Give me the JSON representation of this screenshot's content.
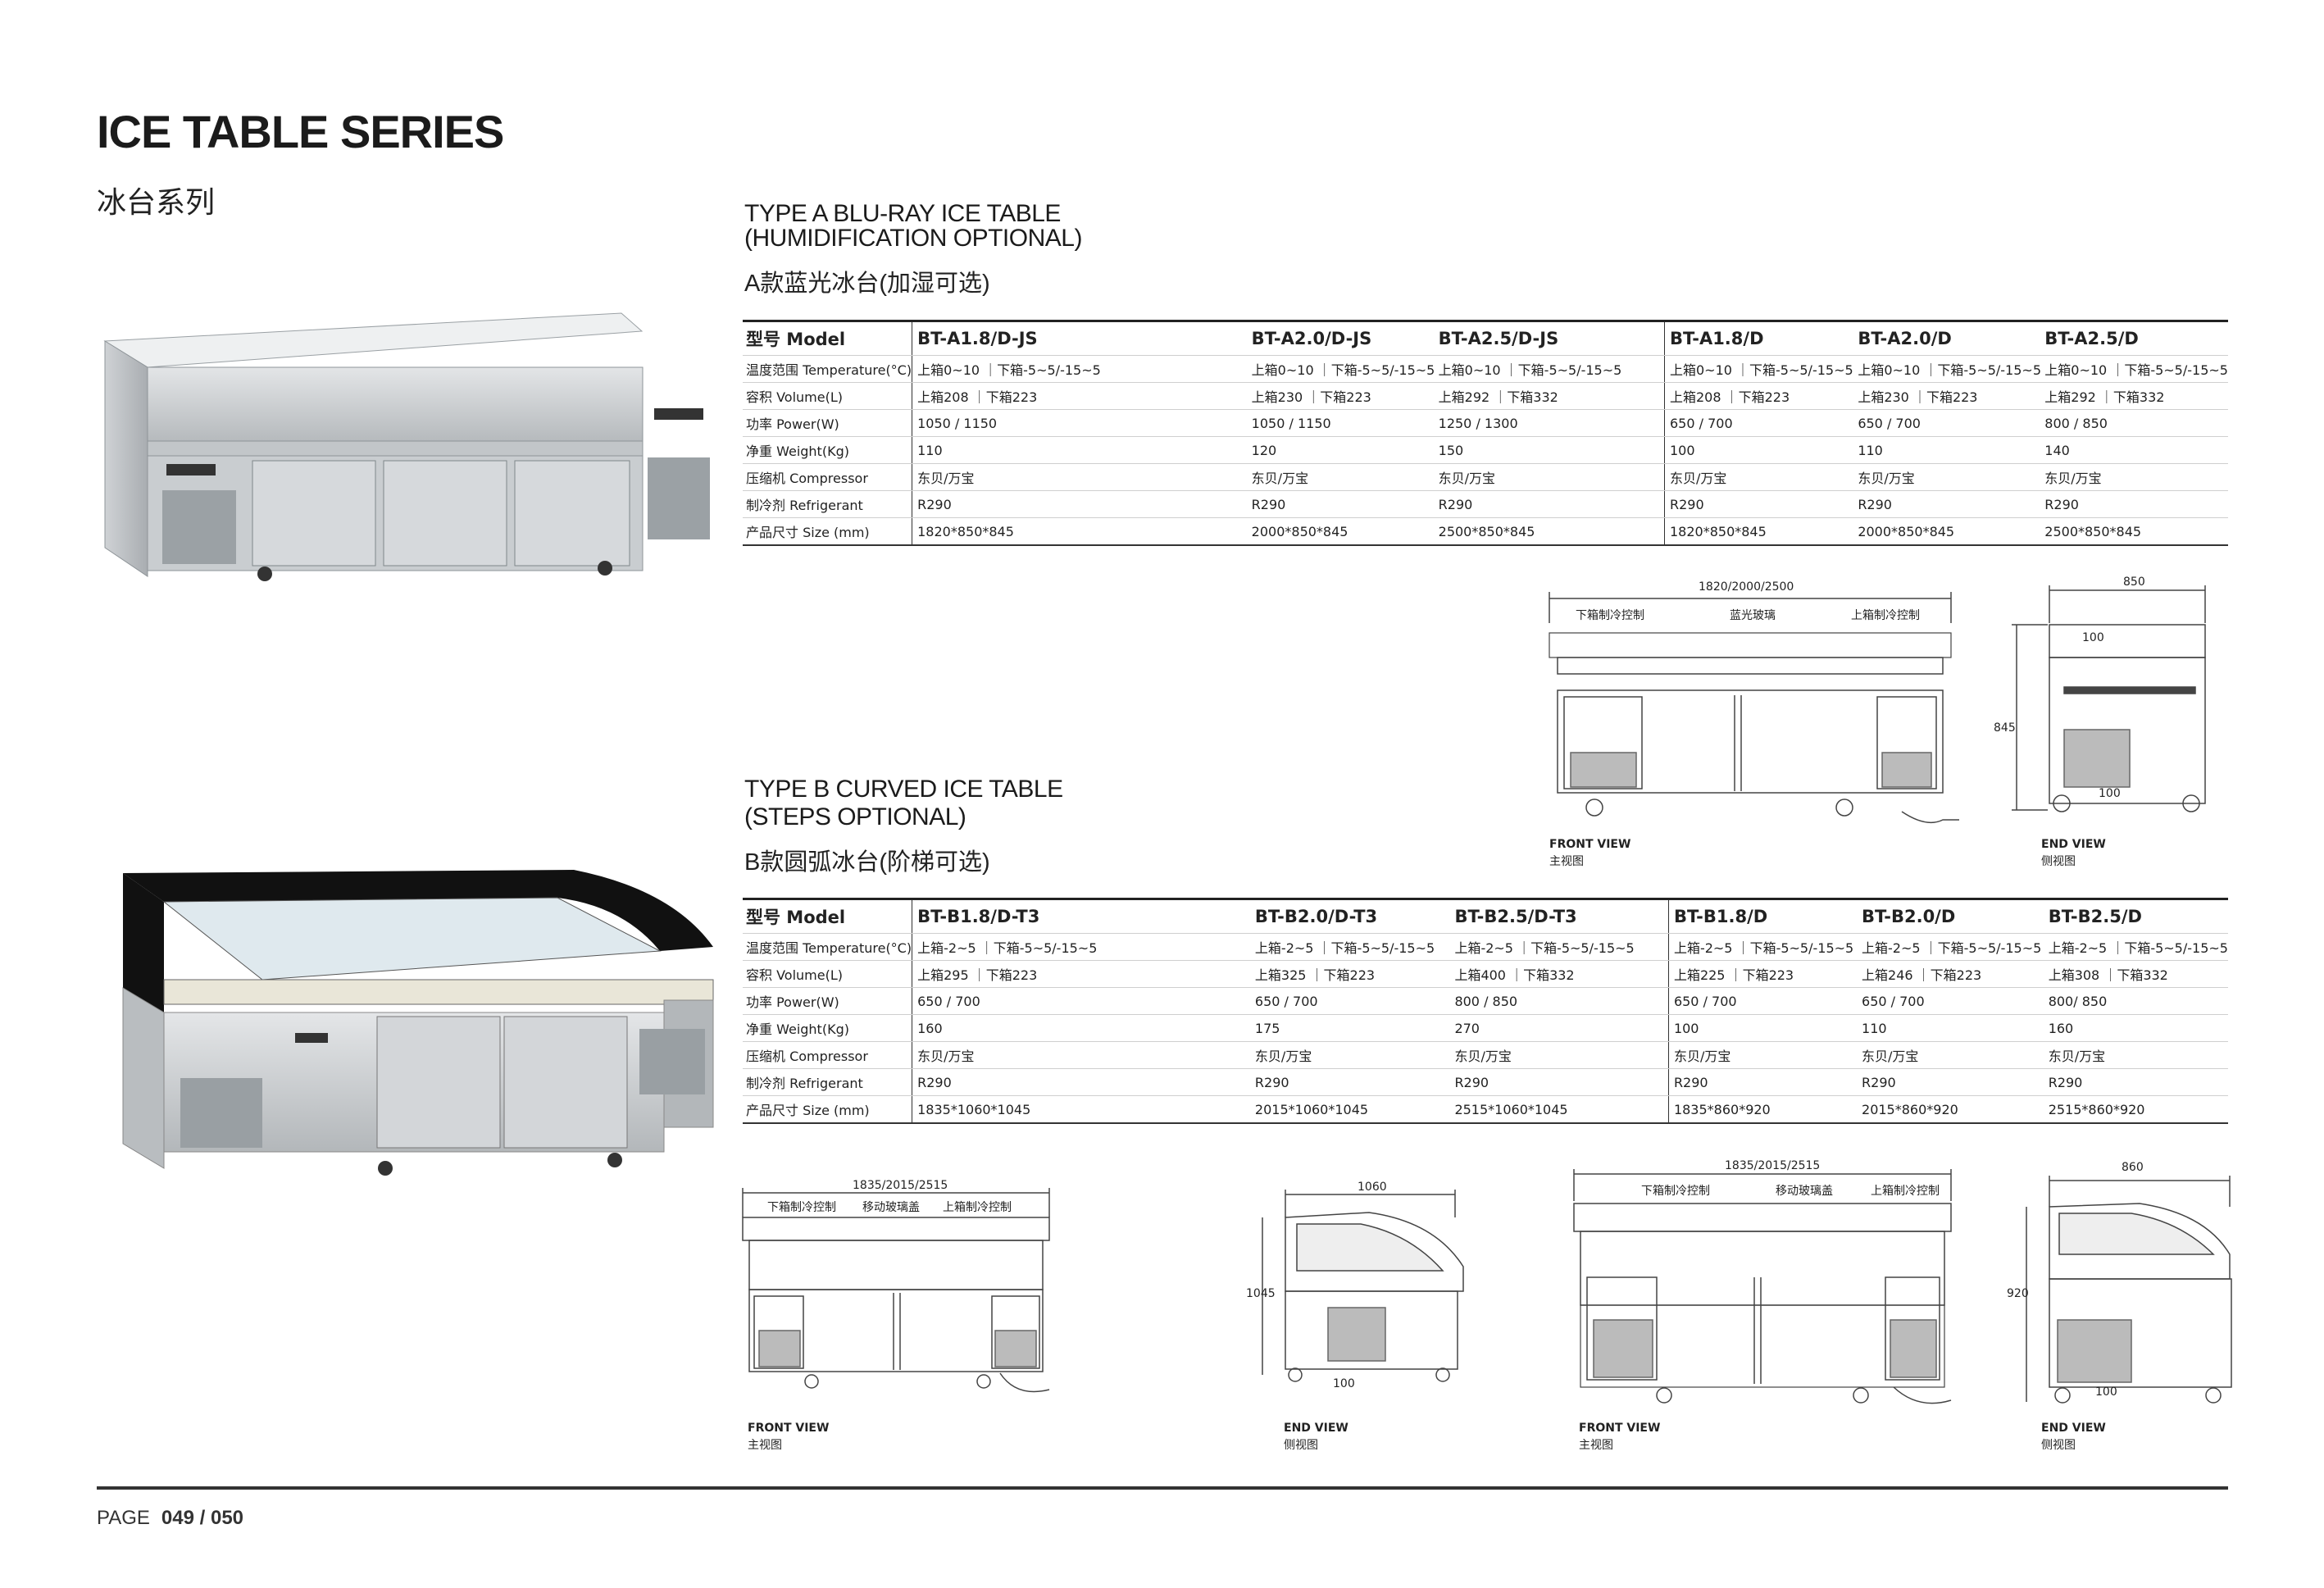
{
  "header": {
    "title": "ICE TABLE SERIES",
    "subtitle_cn": "冰台系列"
  },
  "section_a": {
    "title_line1": "TYPE A BLU-RAY ICE TABLE",
    "title_line2": "(HUMIDIFICATION OPTIONAL)",
    "title_cn": "A款蓝光冰台(加湿可选)",
    "rows": [
      {
        "label": "型号 Model",
        "values": [
          "BT-A1.8/D-JS",
          "BT-A2.0/D-JS",
          "BT-A2.5/D-JS",
          "BT-A1.8/D",
          "BT-A2.0/D",
          "BT-A2.5/D"
        ]
      },
      {
        "label": "温度范围 Temperature(°C)",
        "values": [
          "上箱0~10 ｜下箱-5~5/-15~5",
          "上箱0~10 ｜下箱-5~5/-15~5",
          "上箱0~10 ｜下箱-5~5/-15~5",
          "上箱0~10 ｜下箱-5~5/-15~5",
          "上箱0~10 ｜下箱-5~5/-15~5",
          "上箱0~10 ｜下箱-5~5/-15~5"
        ]
      },
      {
        "label": "容积 Volume(L)",
        "values": [
          "上箱208 ｜下箱223",
          "上箱230 ｜下箱223",
          "上箱292 ｜下箱332",
          "上箱208 ｜下箱223",
          "上箱230 ｜下箱223",
          "上箱292 ｜下箱332"
        ]
      },
      {
        "label": "功率 Power(W)",
        "values": [
          "1050 / 1150",
          "1050 / 1150",
          "1250 / 1300",
          "650 / 700",
          "650 / 700",
          "800 / 850"
        ]
      },
      {
        "label": "净重 Weight(Kg)",
        "values": [
          "110",
          "120",
          "150",
          "100",
          "110",
          "140"
        ]
      },
      {
        "label": "压缩机 Compressor",
        "values": [
          "东贝/万宝",
          "东贝/万宝",
          "东贝/万宝",
          "东贝/万宝",
          "东贝/万宝",
          "东贝/万宝"
        ]
      },
      {
        "label": "制冷剂 Refrigerant",
        "values": [
          "R290",
          "R290",
          "R290",
          "R290",
          "R290",
          "R290"
        ]
      },
      {
        "label": "产品尺寸 Size (mm)",
        "values": [
          "1820*850*845",
          "2000*850*845",
          "2500*850*845",
          "1820*850*845",
          "2000*850*845",
          "2500*850*845"
        ]
      }
    ],
    "drawing": {
      "front_width": "1820/2000/2500",
      "lower_control": "下箱制冷控制",
      "blue_glass": "蓝光玻璃",
      "upper_control": "上箱制冷控制",
      "end_width": "850",
      "height": "845",
      "dim_100a": "100",
      "dim_100b": "100",
      "front_view": "FRONT VIEW",
      "front_view_cn": "主视图",
      "end_view": "END VIEW",
      "end_view_cn": "侧视图"
    }
  },
  "section_b": {
    "title_line1": "TYPE B CURVED ICE TABLE",
    "title_line2": "(STEPS OPTIONAL)",
    "title_cn": "B款圆弧冰台(阶梯可选)",
    "rows": [
      {
        "label": "型号 Model",
        "values": [
          "BT-B1.8/D-T3",
          "BT-B2.0/D-T3",
          "BT-B2.5/D-T3",
          "BT-B1.8/D",
          "BT-B2.0/D",
          "BT-B2.5/D"
        ]
      },
      {
        "label": "温度范围 Temperature(°C)",
        "values": [
          "上箱-2~5 ｜下箱-5~5/-15~5",
          "上箱-2~5 ｜下箱-5~5/-15~5",
          "上箱-2~5 ｜下箱-5~5/-15~5",
          "上箱-2~5 ｜下箱-5~5/-15~5",
          "上箱-2~5 ｜下箱-5~5/-15~5",
          "上箱-2~5 ｜下箱-5~5/-15~5"
        ]
      },
      {
        "label": "容积 Volume(L)",
        "values": [
          "上箱295 ｜下箱223",
          "上箱325 ｜下箱223",
          "上箱400 ｜下箱332",
          "上箱225 ｜下箱223",
          "上箱246 ｜下箱223",
          "上箱308 ｜下箱332"
        ]
      },
      {
        "label": "功率 Power(W)",
        "values": [
          "650 / 700",
          "650 / 700",
          "800 / 850",
          "650 / 700",
          "650 / 700",
          "800/ 850"
        ]
      },
      {
        "label": "净重 Weight(Kg)",
        "values": [
          "160",
          "175",
          "270",
          "100",
          "110",
          "160"
        ]
      },
      {
        "label": "压缩机 Compressor",
        "values": [
          "东贝/万宝",
          "东贝/万宝",
          "东贝/万宝",
          "东贝/万宝",
          "东贝/万宝",
          "东贝/万宝"
        ]
      },
      {
        "label": "制冷剂 Refrigerant",
        "values": [
          "R290",
          "R290",
          "R290",
          "R290",
          "R290",
          "R290"
        ]
      },
      {
        "label": "产品尺寸 Size (mm)",
        "values": [
          "1835*1060*1045",
          "2015*1060*1045",
          "2515*1060*1045",
          "1835*860*920",
          "2015*860*920",
          "2515*860*920"
        ]
      }
    ],
    "drawing1": {
      "front_width": "1835/2015/2515",
      "lower_control": "下箱制冷控制",
      "sliding_glass": "移动玻璃盖",
      "upper_control": "上箱制冷控制",
      "front_view": "FRONT VIEW",
      "front_view_cn": "主视图",
      "end_width": "1060",
      "height": "1045",
      "dim_100": "100",
      "end_view": "END VIEW",
      "end_view_cn": "侧视图"
    },
    "drawing2": {
      "front_width": "1835/2015/2515",
      "lower_control": "下箱制冷控制",
      "sliding_glass": "移动玻璃盖",
      "upper_control": "上箱制冷控制",
      "front_view": "FRONT VIEW",
      "front_view_cn": "主视图",
      "end_width": "860",
      "height": "920",
      "dim_100": "100",
      "end_view": "END VIEW",
      "end_view_cn": "侧视图"
    }
  },
  "footer": {
    "page_label": "PAGE",
    "page_number": "049 / 050"
  }
}
